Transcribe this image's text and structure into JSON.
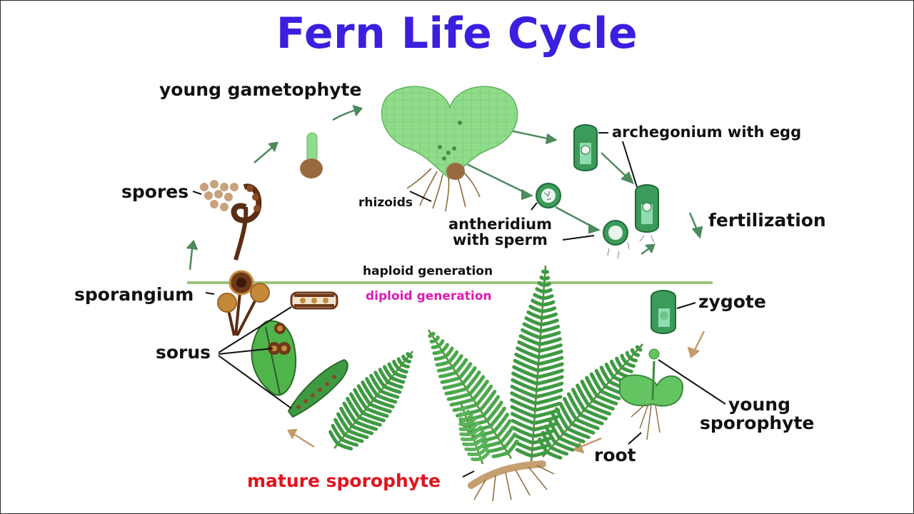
{
  "title": "Fern Life Cycle",
  "colors": {
    "title": "#3a1fe0",
    "mature": "#e0141e",
    "diploid": "#e01ab4",
    "divider": "#9cc47e"
  },
  "labels": {
    "young_gametophyte": "young gametophyte",
    "archegonium": "archegonium with egg",
    "spores": "spores",
    "rhizoids": "rhizoids",
    "antheridium_1": "antheridium",
    "antheridium_2": "with sperm",
    "fertilization": "fertilization",
    "haploid": "haploid generation",
    "diploid": "diploid generation",
    "sporangium": "sporangium",
    "zygote": "zygote",
    "sorus": "sorus",
    "young_sporophyte_1": "young",
    "young_sporophyte_2": "sporophyte",
    "root": "root",
    "mature_sporophyte": "mature sporophyte"
  },
  "icons": [
    "gametophyte-icon",
    "archegonium-icon",
    "spore-icon",
    "sporangium-icon",
    "antheridium-icon",
    "sperm-icon",
    "zygote-icon",
    "sorus-icon",
    "pinna-icon",
    "frond-icon",
    "young-sporophyte-icon",
    "arrow-icon"
  ]
}
